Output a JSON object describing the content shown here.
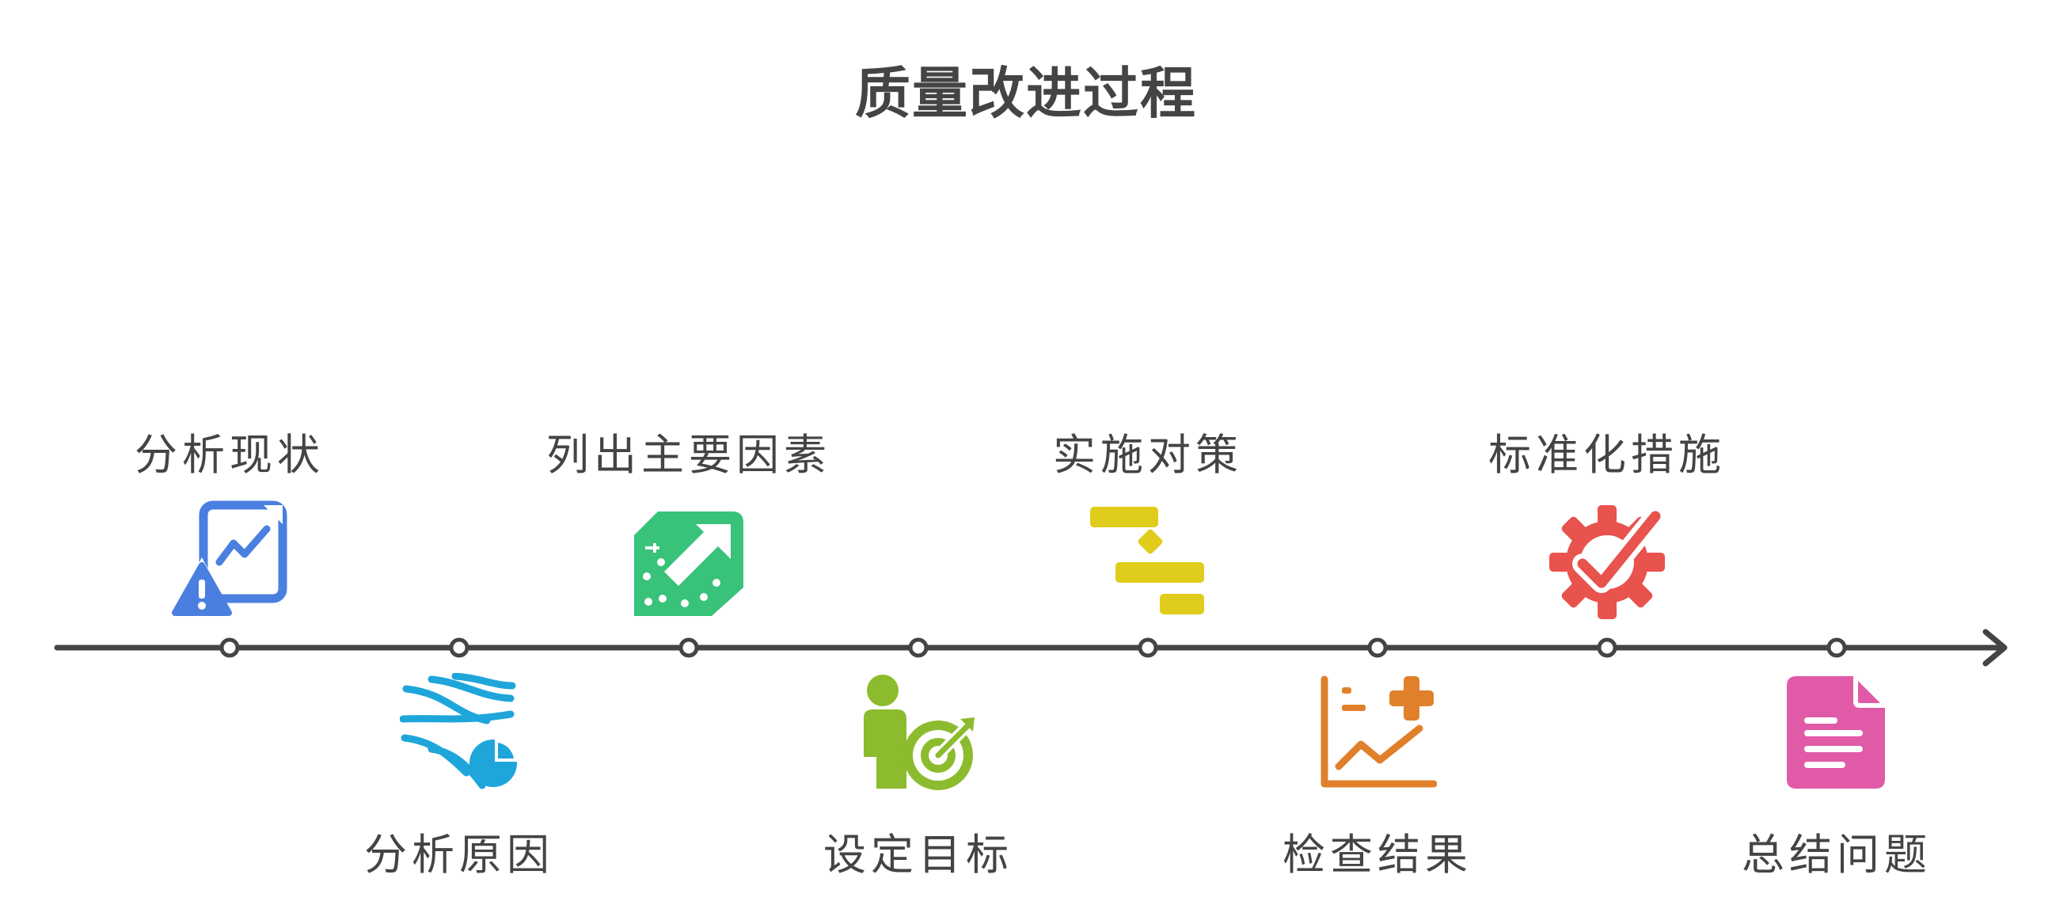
{
  "title": "质量改进过程",
  "steps": [
    {
      "label": "分析现状",
      "icon": "chart-warning-icon",
      "color": "#4a7fe0"
    },
    {
      "label": "分析原因",
      "icon": "flow-pie-icon",
      "color": "#1ea6db"
    },
    {
      "label": "列出主要因素",
      "icon": "arrow-ticket-icon",
      "color": "#38c27a"
    },
    {
      "label": "设定目标",
      "icon": "person-target-icon",
      "color": "#8dbb2e"
    },
    {
      "label": "实施对策",
      "icon": "gantt-icon",
      "color": "#e0cc1a"
    },
    {
      "label": "检查结果",
      "icon": "line-chart-plus-icon",
      "color": "#e0802b"
    },
    {
      "label": "标准化措施",
      "icon": "gear-check-icon",
      "color": "#e8534e"
    },
    {
      "label": "总结问题",
      "icon": "document-icon",
      "color": "#e05aa8"
    }
  ],
  "colors": {
    "line": "#444444",
    "text": "#444444"
  }
}
